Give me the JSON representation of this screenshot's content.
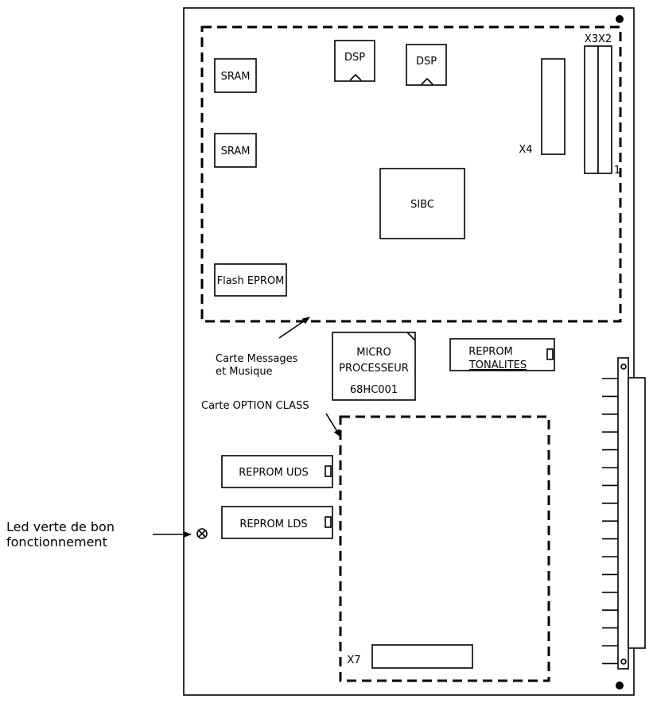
{
  "components": {
    "sram_1": "SRAM",
    "sram_2": "SRAM",
    "dsp_1": "DSP",
    "dsp_2": "DSP",
    "flash_eprom": "Flash EPROM",
    "sibc": "SIBC",
    "x4": "X4",
    "x3x2": "X3X2",
    "pin_1": "1",
    "micro_line1": "MICRO",
    "micro_line2": "PROCESSEUR",
    "micro_line3": "68HC001",
    "reprom_tonal_line1": "REPROM",
    "reprom_tonal_line2": "TONALITES",
    "reprom_uds": "REPROM UDS",
    "reprom_lds": "REPROM LDS",
    "x7": "X7"
  },
  "annotations": {
    "carte_messages_line1": "Carte Messages",
    "carte_messages_line2": "et Musique",
    "carte_option": "Carte OPTION CLASS",
    "led_line1": "Led verte de bon",
    "led_line2": "fonctionnement"
  }
}
